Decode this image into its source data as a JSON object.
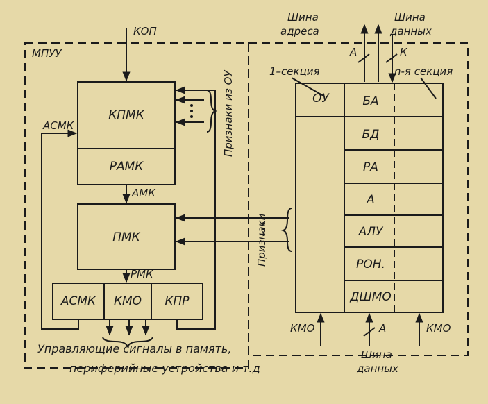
{
  "mpuu_label": "МПУУ",
  "kop_label": "КОП",
  "asmk_side_label": "АСМК",
  "blocks": {
    "kpmk": "КПМК",
    "ramk": "РАМК",
    "pmk": "ПМК",
    "asmk": "АСМК",
    "kmo": "КМО",
    "kpr": "КПР"
  },
  "amk_label": "АМК",
  "rmk_label": "РМК",
  "priznaki_ou_label": "Признаки из ОУ",
  "priznaki_label": "Признаки",
  "control_signals_line1": "Управляющие сигналы в память,",
  "control_signals_line2": "периферийные устройства и т.д",
  "address_bus_line1": "Шина",
  "address_bus_line2": "адреса",
  "data_bus_line1": "Шина",
  "data_bus_line2": "данных",
  "bus_a_label": "А",
  "bus_k_label": "К",
  "section1_label": "1–секция",
  "sectionN_label": "n-я секция",
  "ou_label": "ОУ",
  "op_rows": [
    "БА",
    "БД",
    "РА",
    "А",
    "АЛУ",
    "РОН.",
    "ДШМО"
  ],
  "bottom_kmo_left": "КМО",
  "bottom_a_label": "А",
  "bottom_kmo_right": "КМО",
  "bottom_bus_line1": "Шина",
  "bottom_bus_line2": "данных"
}
